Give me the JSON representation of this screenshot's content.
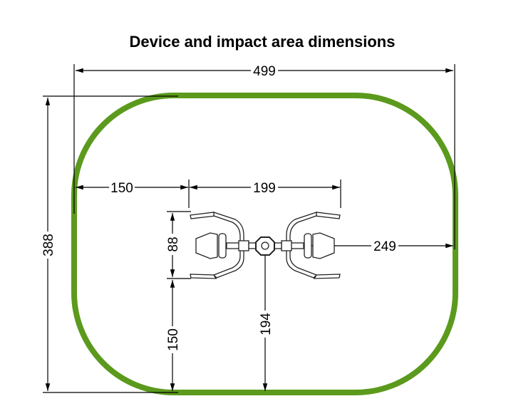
{
  "title": "Device and impact area dimensions",
  "colors": {
    "impact_area": "#5b9a1c",
    "lines": "#000000"
  },
  "dimensions": {
    "overall_width": "499",
    "overall_depth": "388",
    "left_clearance": "150",
    "device_width": "199",
    "right_half": "249",
    "device_depth": "88",
    "bottom_clearance": "150",
    "center_to_bottom": "194"
  }
}
